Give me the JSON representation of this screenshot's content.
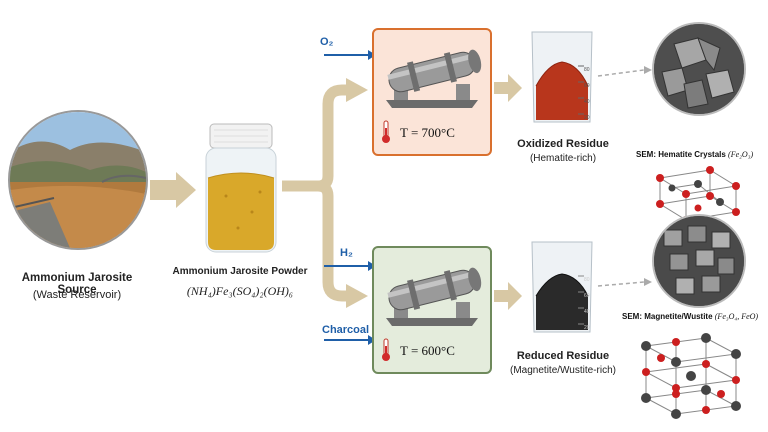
{
  "source": {
    "title": "Ammonium Jarosite Source",
    "subtitle": "(Waste Reservoir)"
  },
  "powder": {
    "title": "Ammonium Jarosite Powder",
    "formula": "(NH₄)Fe₃(SO₄)₂(OH)₆"
  },
  "oxidizing": {
    "gas": "O₂",
    "temperature_label": "T = 700°C",
    "residue_title": "Oxidized Residue",
    "residue_subtitle": "(Hematite-rich)",
    "sem_prefix": "SEM: Hematite Crystals",
    "sem_formula": "(Fe₂O₃)",
    "beaker_marks": [
      "80",
      "60",
      "40",
      "20"
    ]
  },
  "reducing": {
    "gas": "H₂",
    "agent": "Charcoal",
    "temperature_label": "T = 600°C",
    "residue_title": "Reduced Residue",
    "residue_subtitle": "(Magnetite/Wustite-rich)",
    "sem_prefix": "SEM: Magnetite/Wustite",
    "sem_formula": "(Fe₃O₄, FeO)",
    "beaker_marks": [
      "80",
      "60",
      "40",
      "20"
    ]
  },
  "colors": {
    "arrow": "#d8c8a4",
    "gas_arrow": "#1f5fa8",
    "oxidized_box_border": "#d9702e",
    "oxidized_box_fill": "#fbe4d8",
    "reduced_box_border": "#6f8a5c",
    "reduced_box_fill": "#e4ecdc",
    "hematite": "#b8361c",
    "reduced_powder": "#2a2a2a",
    "jarosite_powder": "#d9a82a",
    "atom_red": "#cc1f1f",
    "atom_dark": "#444444"
  },
  "icons": [
    "thermometer-icon",
    "rotary-kiln-icon",
    "beaker-icon",
    "jar-icon"
  ]
}
